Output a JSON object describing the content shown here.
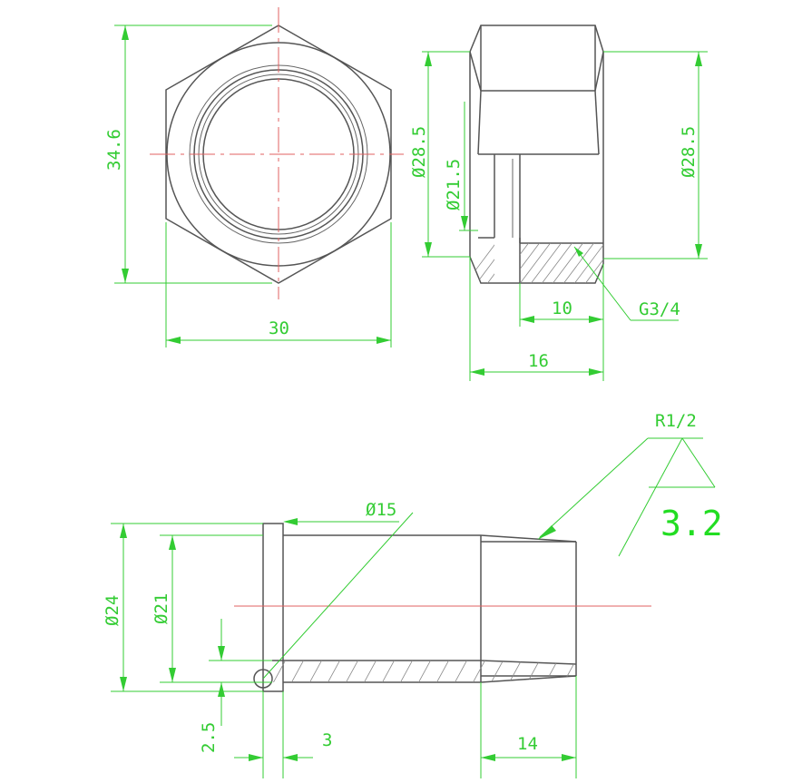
{
  "dimensions": {
    "hex_height": "34.6",
    "hex_width": "30",
    "nut_outer_dia_left": "Ø28.5",
    "nut_inner_dia": "Ø21.5",
    "nut_outer_dia_right": "Ø28.5",
    "thread_depth": "10",
    "nut_length": "16",
    "nut_thread": "G3/4",
    "pipe_outer_dia": "Ø24",
    "pipe_inner_dia": "Ø21",
    "bore_dia": "Ø15",
    "pipe_thread": "R1/2",
    "surface_roughness": "3.2",
    "wall": "2.5",
    "flange_width": "3",
    "thread_length": "14"
  },
  "colors": {
    "outline": "#555555",
    "dimension": "#33cc33",
    "centerline": "#e06060"
  }
}
